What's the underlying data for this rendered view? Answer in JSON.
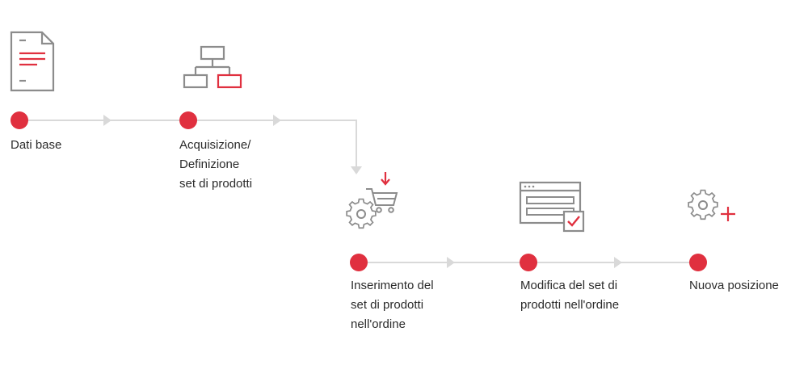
{
  "colors": {
    "accent": "#e0303f",
    "line": "#d9d9d9",
    "icon_gray": "#8c8c8c",
    "text": "#2b2b2b"
  },
  "steps": [
    {
      "label_lines": [
        "Dati base"
      ],
      "icon": "document-icon"
    },
    {
      "label_lines": [
        "Acquisizione/",
        "Definizione",
        "set di prodotti"
      ],
      "icon": "hierarchy-icon"
    },
    {
      "label_lines": [
        "Inserimento del",
        "set di prodotti",
        "nell'ordine"
      ],
      "icon": "gear-cart-icon"
    },
    {
      "label_lines": [
        "Modifica del set di",
        "prodotti nell'ordine"
      ],
      "icon": "window-check-icon"
    },
    {
      "label_lines": [
        "Nuova posizione"
      ],
      "icon": "gear-plus-icon"
    }
  ]
}
